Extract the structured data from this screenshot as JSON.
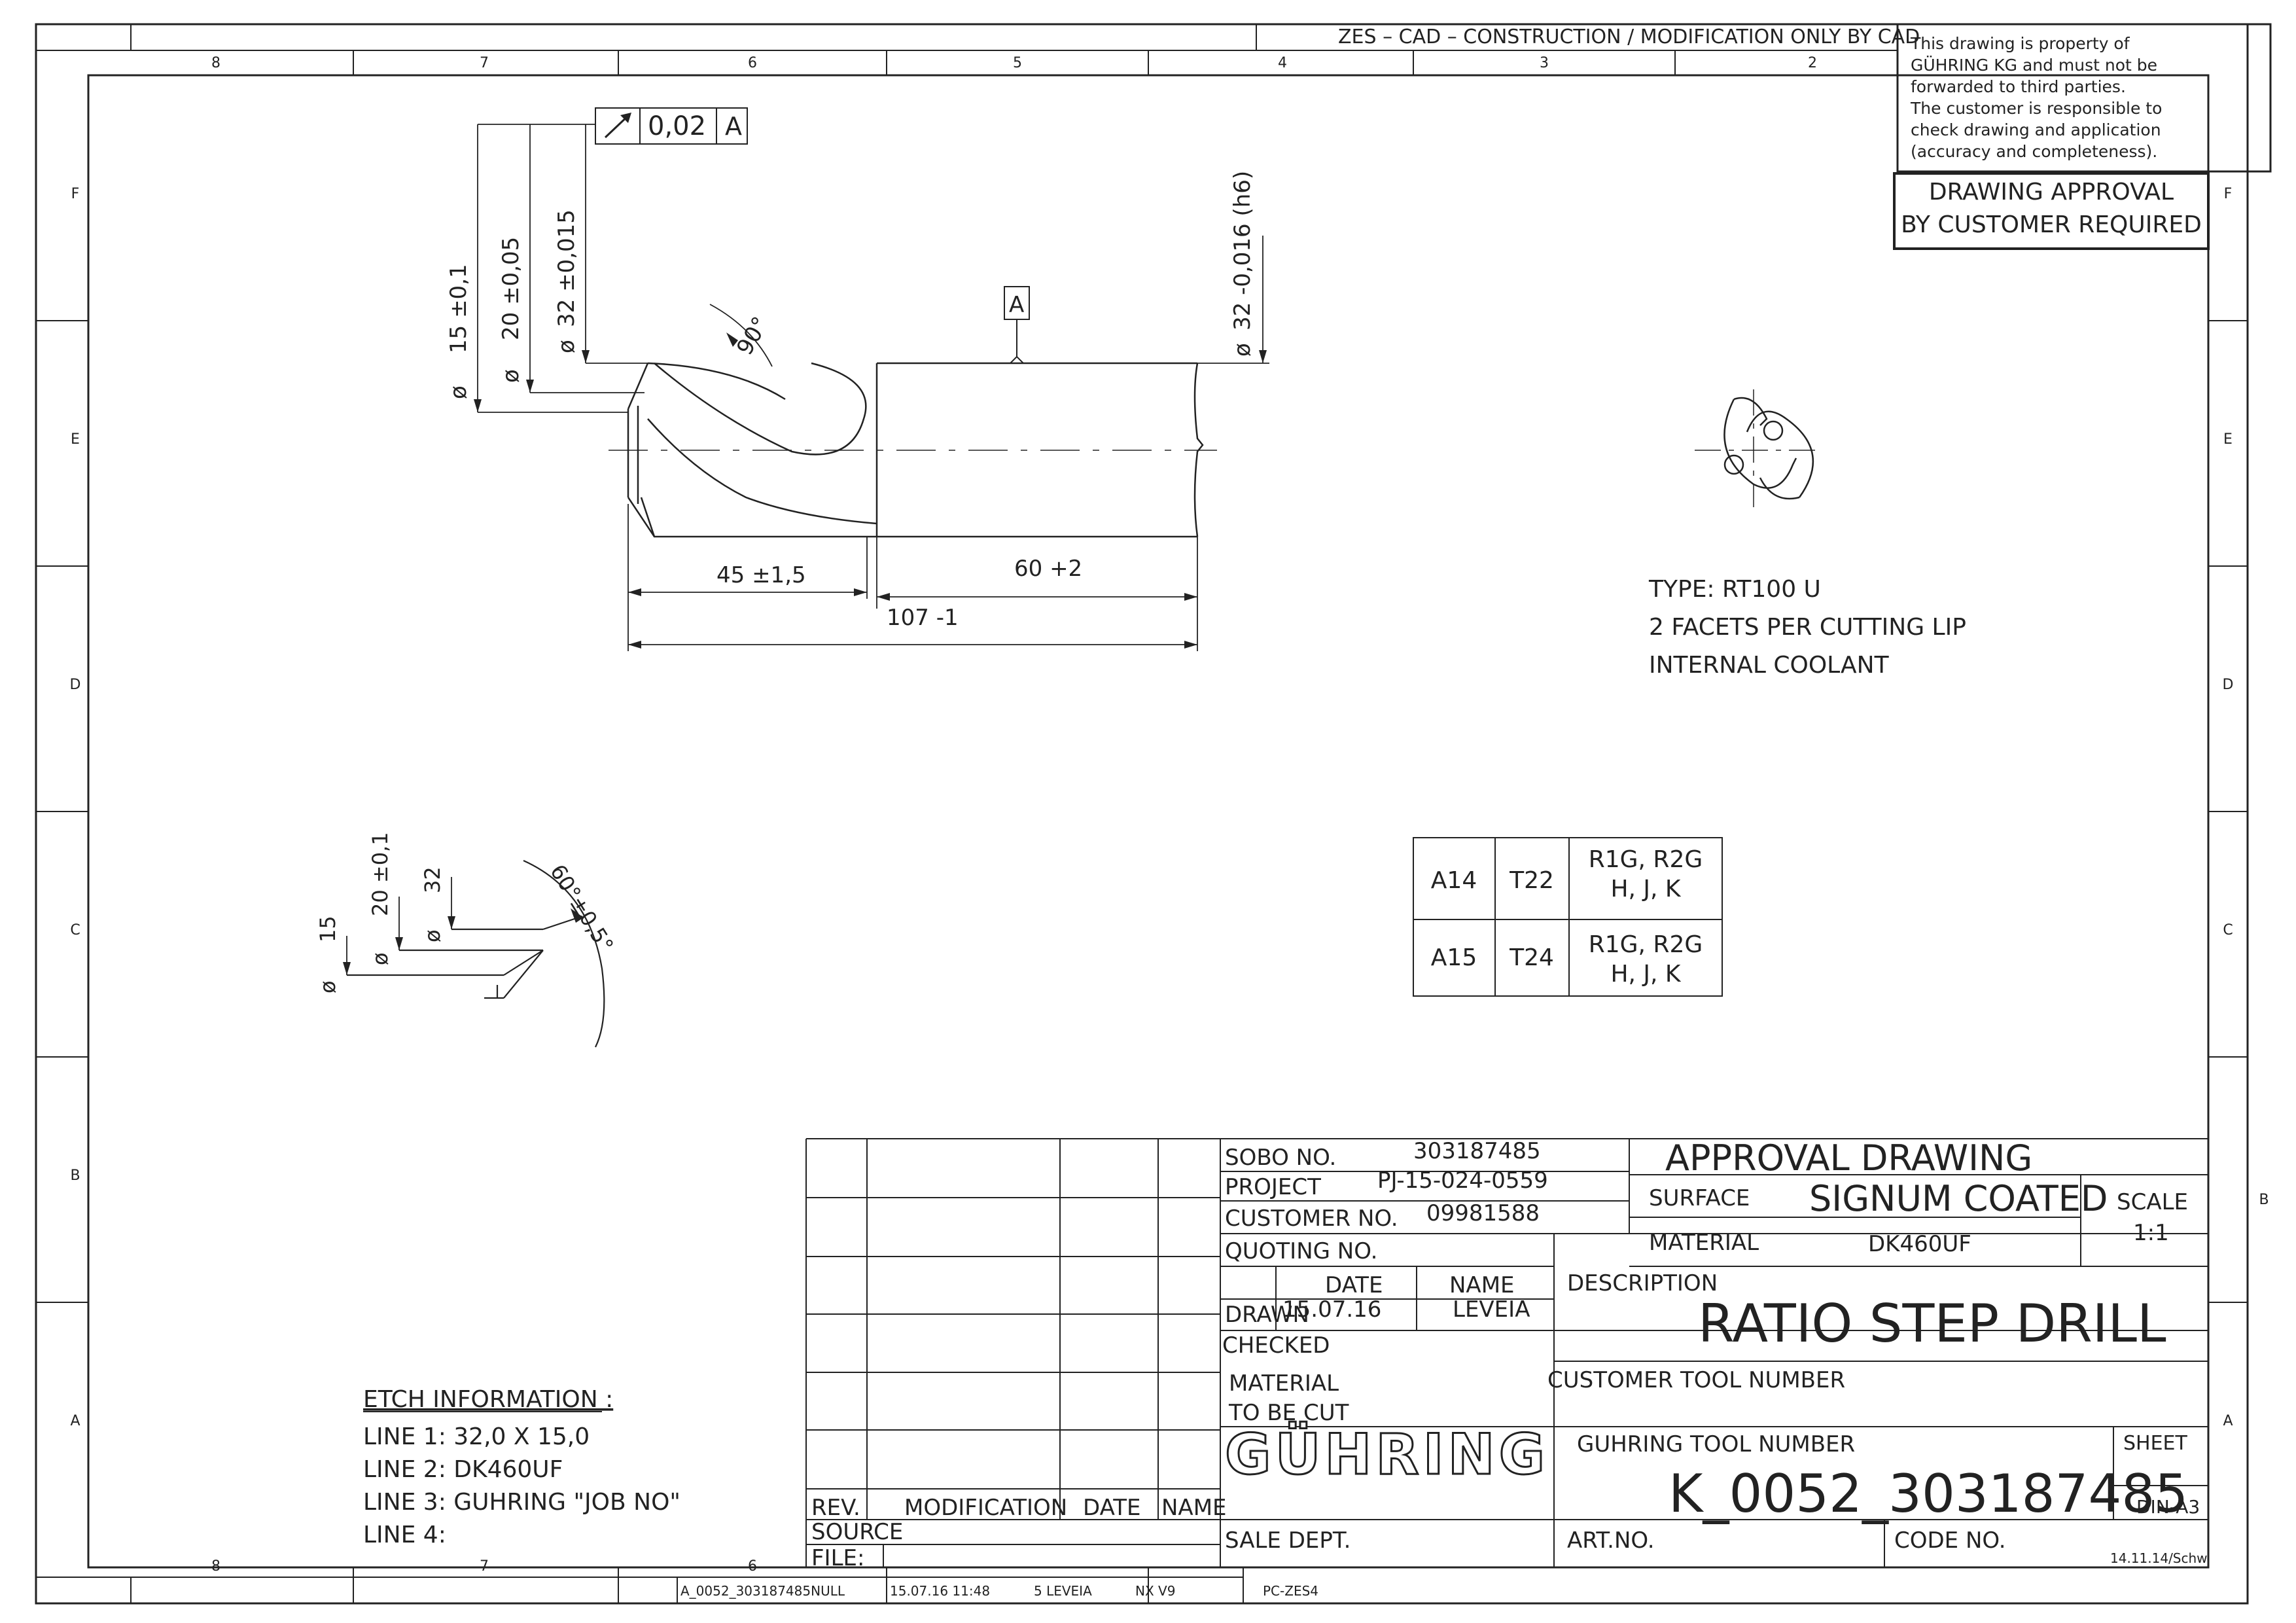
{
  "header_note": "ZES – CAD – CONSTRUCTION / MODIFICATION ONLY BY CAD",
  "property_notice": [
    "This drawing is property of",
    "GÜHRING KG and must not be",
    "forwarded to third parties.",
    "The customer is responsible to",
    "check drawing and application",
    "(accuracy and completeness)."
  ],
  "approval_required": [
    "DRAWING APPROVAL",
    "BY CUSTOMER REQUIRED"
  ],
  "grid": {
    "cols_top": [
      "8",
      "7",
      "6",
      "5",
      "4",
      "3",
      "2"
    ],
    "cols_bottom": [
      "8",
      "7",
      "6"
    ],
    "rows": [
      "F",
      "E",
      "D",
      "C",
      "B",
      "A"
    ]
  },
  "drawing": {
    "runout": {
      "value": "0,02",
      "datum": "A"
    },
    "datum_label": "A",
    "dim_d15": "15 ±0,1",
    "dim_d20": "20 ±0,05",
    "dim_d32": "32 ±0,015",
    "dim_shank": "32 -0,016 (h6)",
    "angle_top": "90°",
    "len_45": "45 ±1,5",
    "len_60": "60 +2",
    "len_107": "107 -1",
    "ø": "ø",
    "detail_d15": "15",
    "detail_d20": "20 ±0,1",
    "detail_d32": "32",
    "detail_angle": "60°±0,5°"
  },
  "tool_info": [
    "TYPE: RT100 U",
    "2 FACETS PER CUTTING LIP",
    "INTERNAL COOLANT"
  ],
  "spec_table": [
    {
      "a": "A14",
      "t": "T22",
      "r1": "R1G, R2G",
      "r2": "H, J, K"
    },
    {
      "a": "A15",
      "t": "T24",
      "r1": "R1G, R2G",
      "r2": "H, J, K"
    }
  ],
  "etch": {
    "title": "ETCH INFORMATION :",
    "lines": [
      "LINE 1:  32,0 X 15,0",
      "LINE 2:  DK460UF",
      "LINE 3:  GUHRING \"JOB NO\"",
      "LINE 4:"
    ]
  },
  "title_block": {
    "rev_headers": {
      "rev": "REV.",
      "mod": "MODIFICATION",
      "date": "DATE",
      "name": "NAME"
    },
    "source": "SOURCE",
    "file": "FILE:",
    "sobo_label": "SOBO NO.",
    "sobo": "303187485",
    "project_label": "PROJECT",
    "project": "PJ-15-024-0559",
    "customer_label": "CUSTOMER NO.",
    "customer": "09981588",
    "quoting_label": "QUOTING NO.",
    "date_h": "DATE",
    "name_h": "NAME",
    "drawn_label": "DRAWN",
    "drawn_date": "15.07.16",
    "drawn_name": "LEVEIA",
    "checked_label": "CHECKED",
    "material_cut": [
      "MATERIAL",
      "TO BE CUT"
    ],
    "logo": "GÜHRING",
    "sale_dept": "SALE DEPT.",
    "approval": "APPROVAL DRAWING",
    "surface_label": "SURFACE",
    "surface": "SIGNUM COATED",
    "material_label": "MATERIAL",
    "material": "DK460UF",
    "scale_label": "SCALE",
    "scale": "1:1",
    "description_label": "DESCRIPTION",
    "description": "RATIO STEP DRILL",
    "cust_tool_label": "CUSTOMER TOOL NUMBER",
    "guhring_tool_label": "GUHRING TOOL NUMBER",
    "guhring_tool": "K_0052_303187485",
    "sheet_label": "SHEET",
    "sheet": "DIN-A3",
    "artno_label": "ART.NO.",
    "code_label": "CODE NO."
  },
  "footer": {
    "file": "A_0052_303187485NULL",
    "stamp": "15.07.16 11:48",
    "user": "5 LEVEIA",
    "sys": "NX V9",
    "pc": "PC-ZES4",
    "template": "14.11.14/Schw."
  }
}
